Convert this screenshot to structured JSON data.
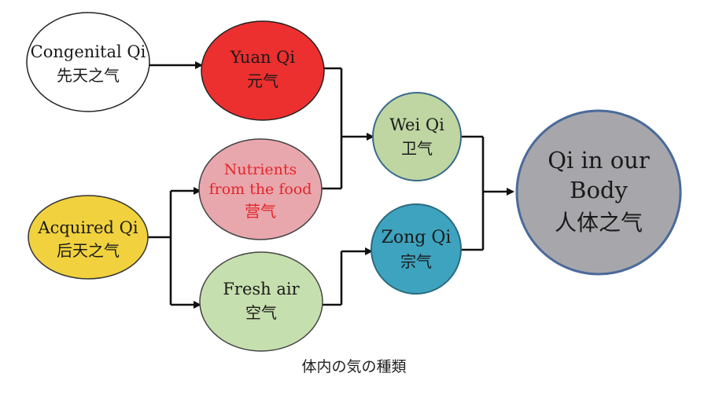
{
  "caption": "体内の気の種類",
  "nodes": {
    "congenital": {
      "en": "Congenital Qi",
      "zh": "先天之气",
      "fill": "#ffffff"
    },
    "yuan": {
      "en": "Yuan Qi",
      "zh": "元气",
      "fill": "#ec2f2f"
    },
    "nutrients": {
      "en1": "Nutrients",
      "en2": "from the food",
      "zh": "营气",
      "fill": "#e8a7ac",
      "text_color": "#e3262b"
    },
    "acquired": {
      "en": "Acquired Qi",
      "zh": "后天之气",
      "fill": "#f1d23e"
    },
    "fresh_air": {
      "en": "Fresh air",
      "zh": "空气",
      "fill": "#c6dfae"
    },
    "wei": {
      "en": "Wei Qi",
      "zh": "卫气",
      "fill": "#bfd6a2"
    },
    "zong": {
      "en": "Zong Qi",
      "zh": "宗气",
      "fill": "#3ea3be"
    },
    "body": {
      "en1": "Qi in our",
      "en2": "Body",
      "zh": "人体之气",
      "fill": "#a7a7ab"
    }
  }
}
